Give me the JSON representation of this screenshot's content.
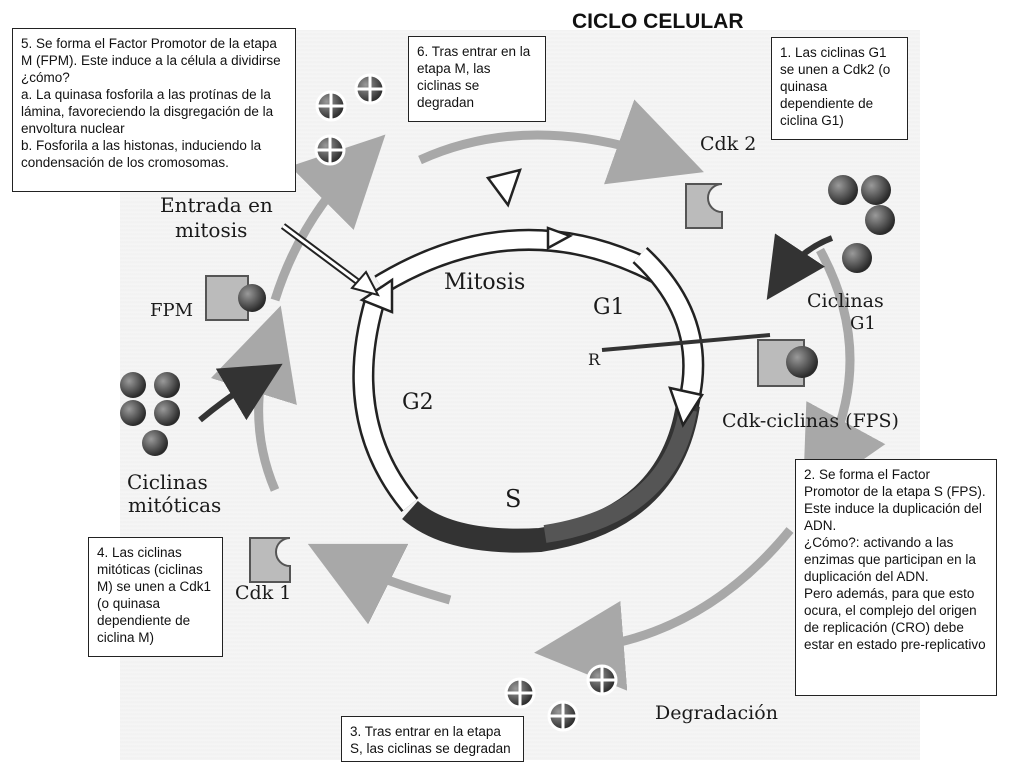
{
  "title": "CICLO CELULAR",
  "boxes": {
    "fpm_note": {
      "line1": "5. Se forma el Factor Promotor de la etapa M (FPM). Este induce a la célula a dividirse ¿cómo?",
      "line2": "a. La quinasa fosforila a las  protínas de la lámina, favoreciendo la disgregación de la envoltura nuclear",
      "line3": "b. Fosforila a las histonas, induciendo la condensación de los cromosomas."
    },
    "mitosis_degrade": "6. Tras entrar en la etapa M, las ciclinas se degradan",
    "g1_cyclins": "1. Las ciclinas G1 se unen a Cdk2 (o quinasa dependiente de ciclina G1)",
    "fps_note": {
      "line1": "2. Se forma el Factor Promotor de la  etapa S (FPS). Este induce la duplicación del ADN.",
      "line2": "¿Cómo?: activando a las enzimas que participan en la duplicación del ADN.",
      "line3": "Pero además, para que esto ocura, el complejo del origen de replicación (CRO) debe estar en estado pre-replicativo"
    },
    "m_cyclins": " 4. Las ciclinas mitóticas (ciclinas M) se unen a Cdk1 (o  quinasa dependiente de ciclina M)",
    "s_degrade": "3.  Tras entrar en la etapa S, las ciclinas se degradan"
  },
  "labels": {
    "entrada": "Entrada en",
    "mitosis_word": "mitosis",
    "fpm": "FPM",
    "ciclinas_mit_1": "Ciclinas",
    "ciclinas_mit_2": "mitóticas",
    "cdk1": "Cdk 1",
    "cdk2": "Cdk 2",
    "ciclinas_g1_1": "Ciclinas",
    "ciclinas_g1_2": "G1",
    "cdk_ciclinas": "Cdk-ciclinas (FPS)",
    "degradacion": "Degradación",
    "phase_mitosis": "Mitosis",
    "phase_g1": "G1",
    "phase_g2": "G2",
    "phase_s": "S",
    "restriction": "R"
  },
  "colors": {
    "arrow_grey": "#a8a8a8",
    "s_phase": "#555555",
    "ink": "#1a1a1a"
  }
}
